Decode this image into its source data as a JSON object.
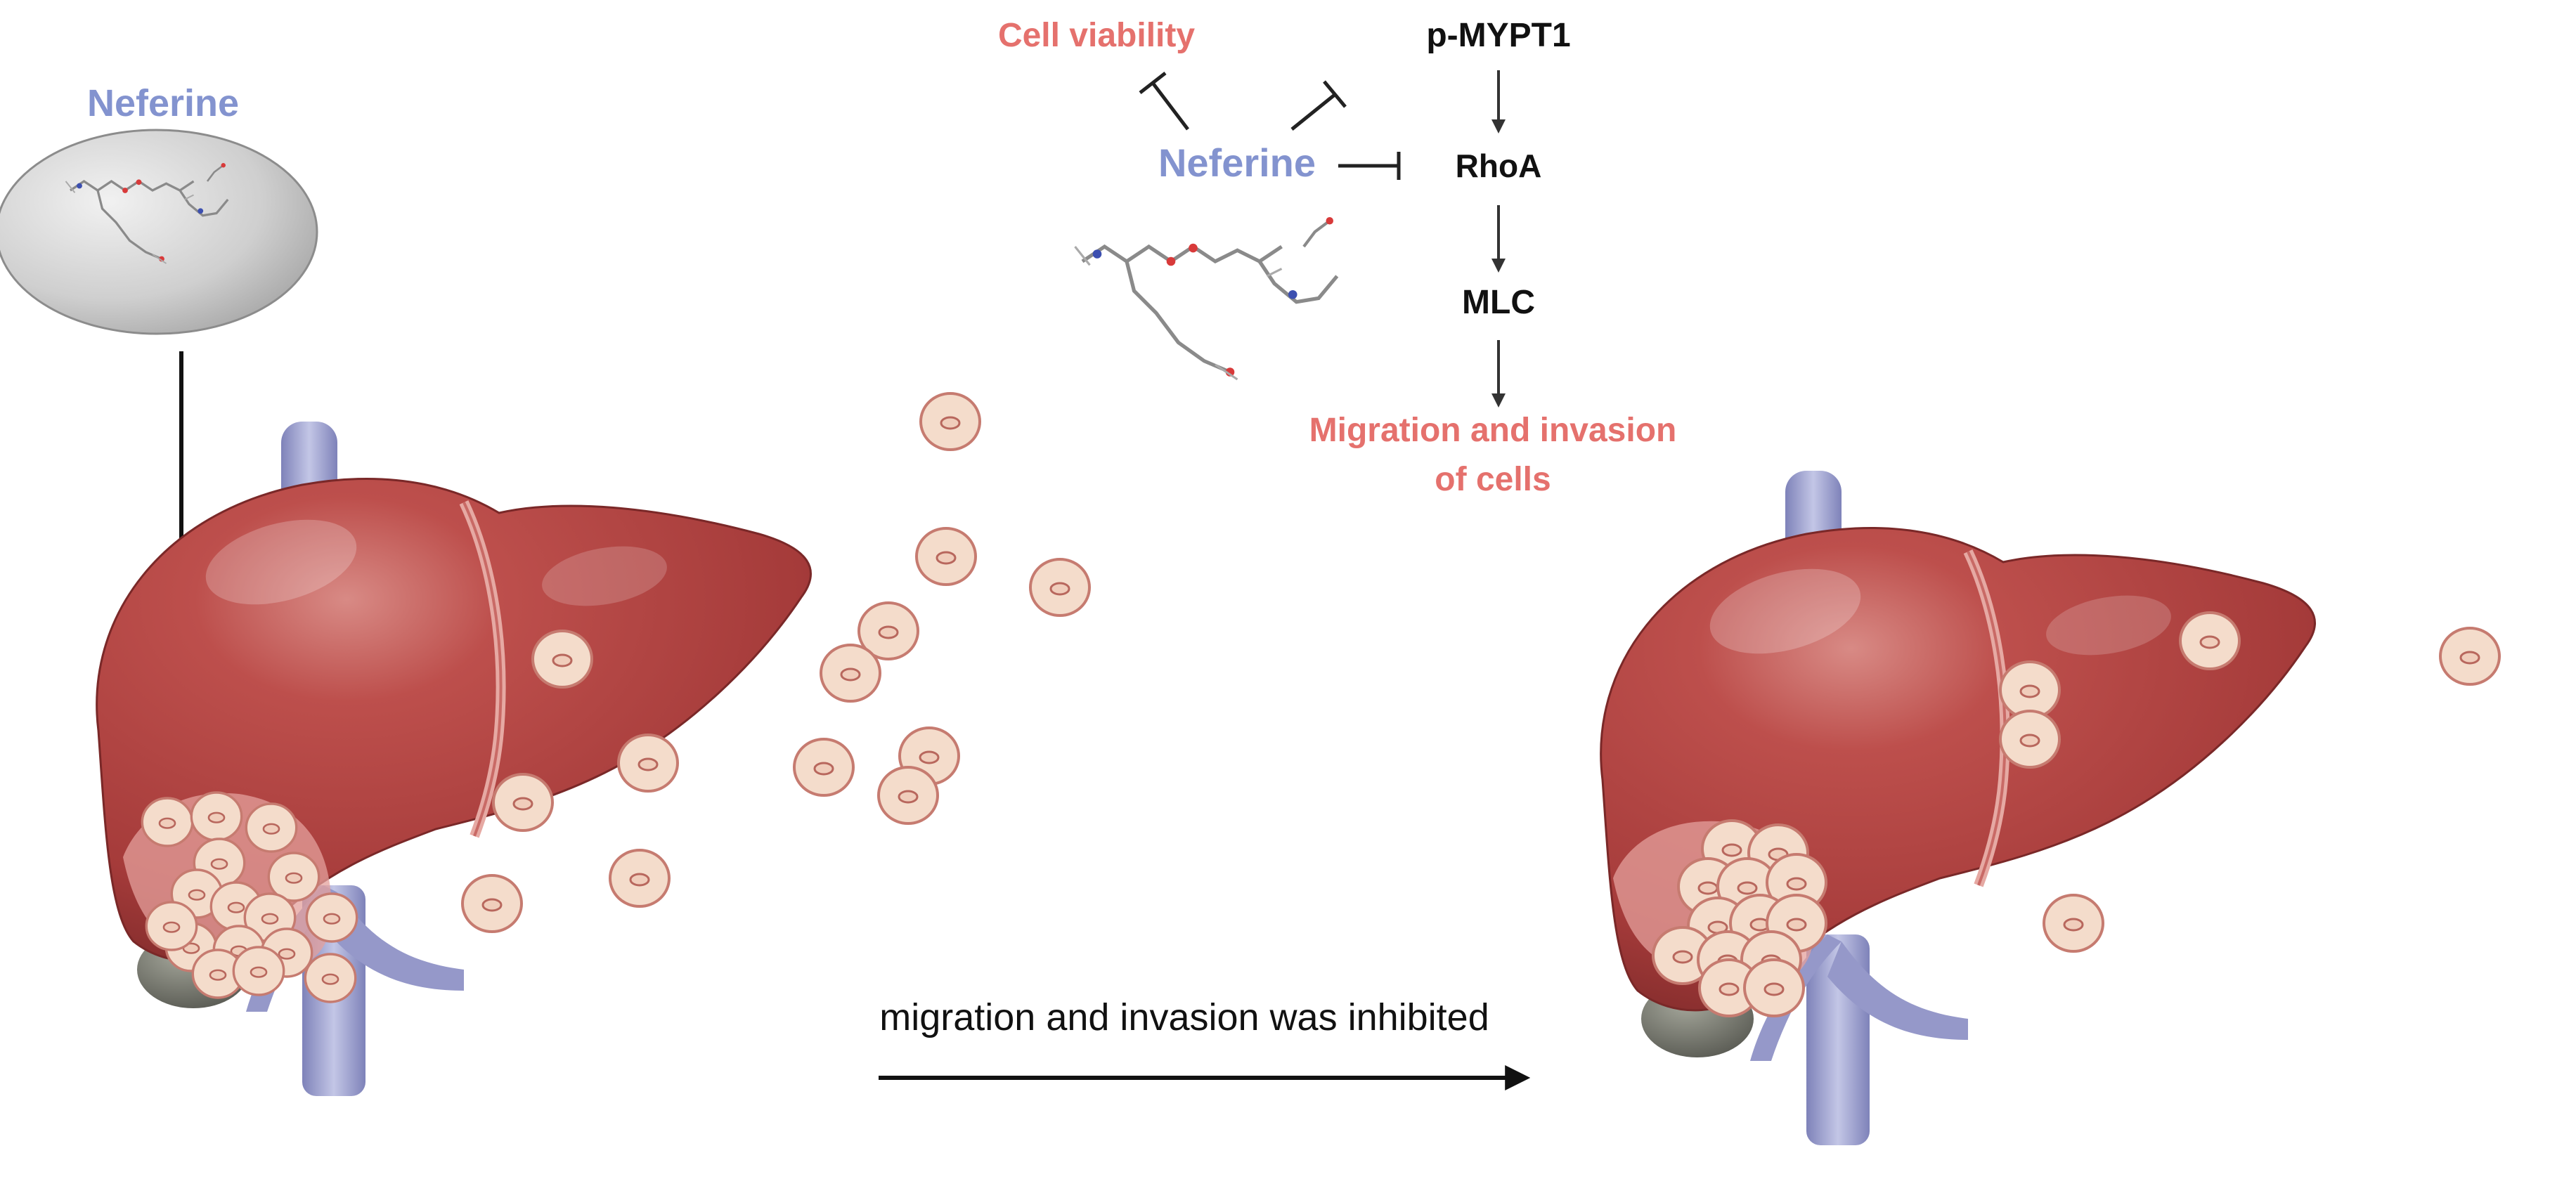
{
  "colors": {
    "neferine": "#8393cf",
    "effect": "#e5716d",
    "pathway": "#111111",
    "liver": "#b84846",
    "liver_dark": "#8c2e2e",
    "liver_light": "#d67c76",
    "vessel": "#8d90c4",
    "cell_fill": "#f4dccb",
    "cell_stroke": "#c67b70",
    "tumor": "#d98a88",
    "gallbladder": "#6e6f66"
  },
  "left": {
    "drug_label": "Neferine"
  },
  "top": {
    "effect_viability": "Cell viability",
    "drug_label": "Neferine",
    "pathway": [
      "p-MYPT1",
      "RhoA",
      "MLC"
    ],
    "outcome_line1": "Migration and invasion",
    "outcome_line2": "of cells"
  },
  "bottom": {
    "transition_label": "migration and invasion was inhibited"
  }
}
